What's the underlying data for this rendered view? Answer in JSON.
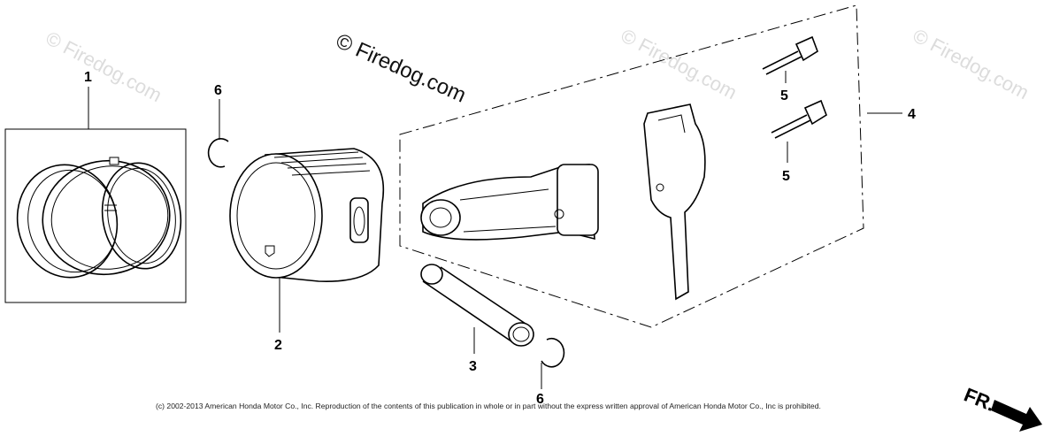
{
  "watermarks": {
    "main": "© Firedog.com",
    "faint": "© Firedog.com"
  },
  "callouts": {
    "piston_ring_set": "1",
    "piston": "2",
    "piston_pin": "3",
    "connecting_rod_assembly": "4",
    "rod_bolt_upper": "5",
    "rod_bolt_lower": "5",
    "pin_clip_upper": "6",
    "pin_clip_lower": "6"
  },
  "copyright": "(c) 2002-2013 American Honda Motor Co., Inc. Reproduction of the contents of this publication in whole or in part without the express written approval of American Honda Motor Co., Inc is prohibited.",
  "direction_marker": {
    "label": "FR."
  }
}
